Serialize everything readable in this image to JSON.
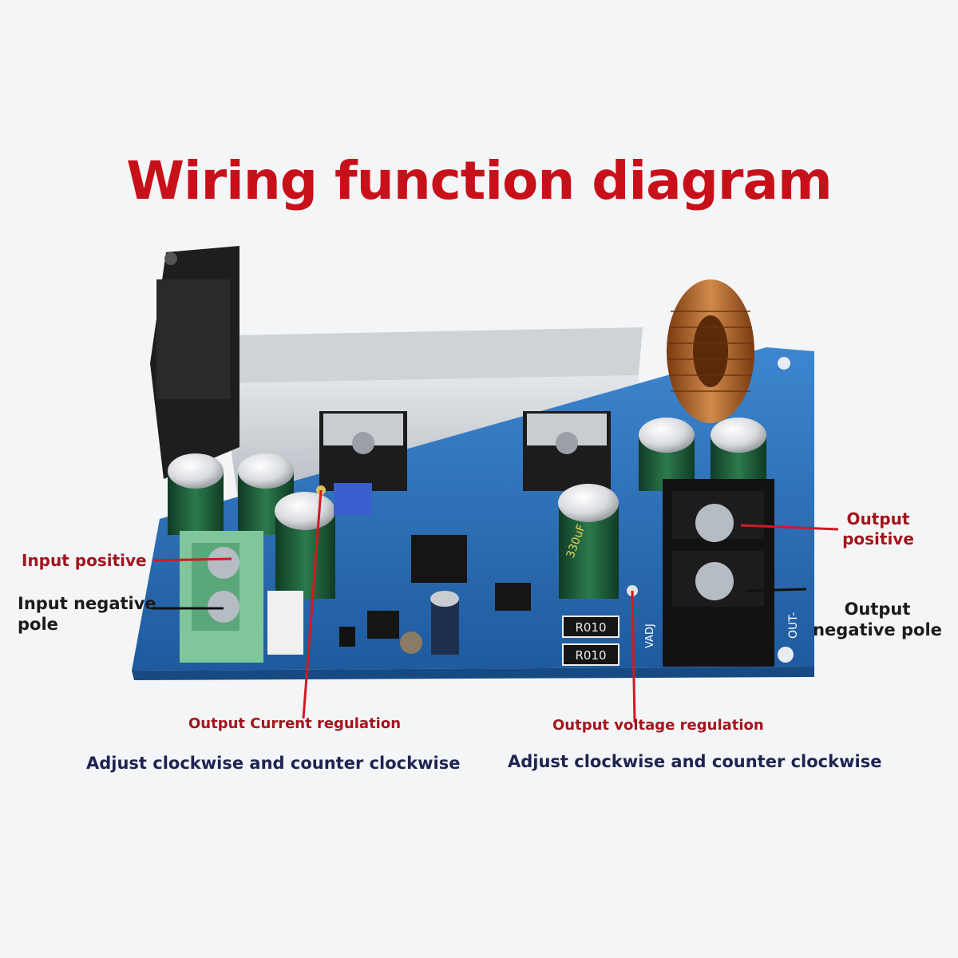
{
  "title": "Wiring function diagram",
  "labels": {
    "input_positive": "Input positive",
    "input_negative_line1": "Input negative",
    "input_negative_line2": "pole",
    "output_positive_line1": "Output",
    "output_positive_line2": "positive",
    "output_negative_line1": "Output",
    "output_negative_line2": "negative pole",
    "current_regulation": "Output Current regulation",
    "current_adjust": "Adjust clockwise and counter clockwise",
    "voltage_regulation": "Output voltage regulation",
    "voltage_adjust": "Adjust clockwise and counter clockwise"
  },
  "board_markings": {
    "capacitor_main": "330uF",
    "shunt_1": "R010",
    "shunt_2": "R010",
    "vadj": "VADJ",
    "out_minus": "OUT-"
  },
  "colors": {
    "title": "#c8101a",
    "callout_line": "#d11a22",
    "pcb": "#2a6fb8",
    "terminal_green": "#7fc79a"
  }
}
